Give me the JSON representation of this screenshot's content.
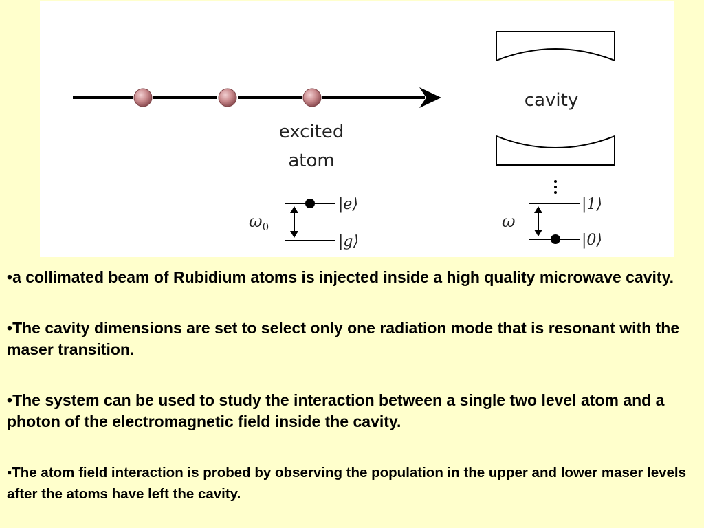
{
  "diagram": {
    "labels": {
      "excited_line1": "excited",
      "excited_line2": "atom",
      "cavity": "cavity",
      "omega0_symbol": "ω",
      "omega0_subscript": "0",
      "omega_symbol": "ω",
      "state_e": "|e⟩",
      "state_g": "|g⟩",
      "state_1": "|1⟩",
      "state_0": "|0⟩",
      "dots": "⋮"
    },
    "colors": {
      "atom": "#c98a8d",
      "line": "#000000",
      "background": "#ffffff"
    }
  },
  "bullets": [
    {
      "mark": "•",
      "text": "a collimated beam of Rubidium atoms is injected inside a high quality microwave cavity."
    },
    {
      "mark": "•",
      "text": "The cavity  dimensions are set to select only one radiation mode that is resonant with the maser transition."
    },
    {
      "mark": "•",
      "text": "The system can be used  to study  the interaction between a single two level atom and a photon of the electromagnetic field inside the cavity."
    },
    {
      "mark": "▪",
      "text": "The atom field interaction is probed by observing the population in the upper and lower maser levels after the atoms have left the cavity."
    }
  ],
  "colors": {
    "slide_background": "#ffffcc",
    "text": "#000000"
  }
}
